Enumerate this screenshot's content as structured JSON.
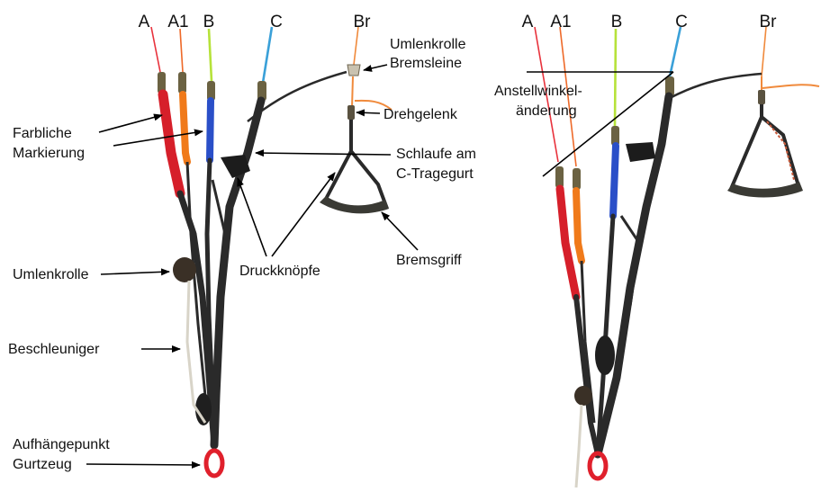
{
  "left_headers": {
    "a": "A",
    "a1": "A1",
    "b": "B",
    "c": "C",
    "br": "Br"
  },
  "right_headers": {
    "a": "A",
    "a1": "A1",
    "b": "B",
    "c": "C",
    "br": "Br"
  },
  "labels": {
    "farbliche_1": "Farbliche",
    "farbliche_2": "Markierung",
    "umlenkrolle_bremsleine_1": "Umlenkrolle",
    "umlenkrolle_bremsleine_2": "Bremsleine",
    "drehgelenk": "Drehgelenk",
    "schlaufe_1": "Schlaufe am",
    "schlaufe_2": "C-Tragegurt",
    "umlenkrolle": "Umlenkrolle",
    "druckknoepfe": "Druckknöpfe",
    "bremsgriff": "Bremsgriff",
    "beschleuniger": "Beschleuniger",
    "aufhaenge_1": "Aufhängepunkt",
    "aufhaenge_2": "Gurtzeug",
    "anstell_1": "Anstellwinkel-",
    "anstell_2": "änderung"
  },
  "colors": {
    "line_a": "#e8323c",
    "line_a1": "#ee6a2a",
    "line_b": "#b6e23a",
    "line_c": "#3aa0d8",
    "line_br": "#f08a3c",
    "webbing": "#2a2a2a",
    "red_mark": "#d61f2a",
    "orange_mark": "#f07a1a",
    "blue_mark": "#2a4fc8",
    "loop_red": "#e0202c",
    "accel_line": "#d8d4c8"
  }
}
